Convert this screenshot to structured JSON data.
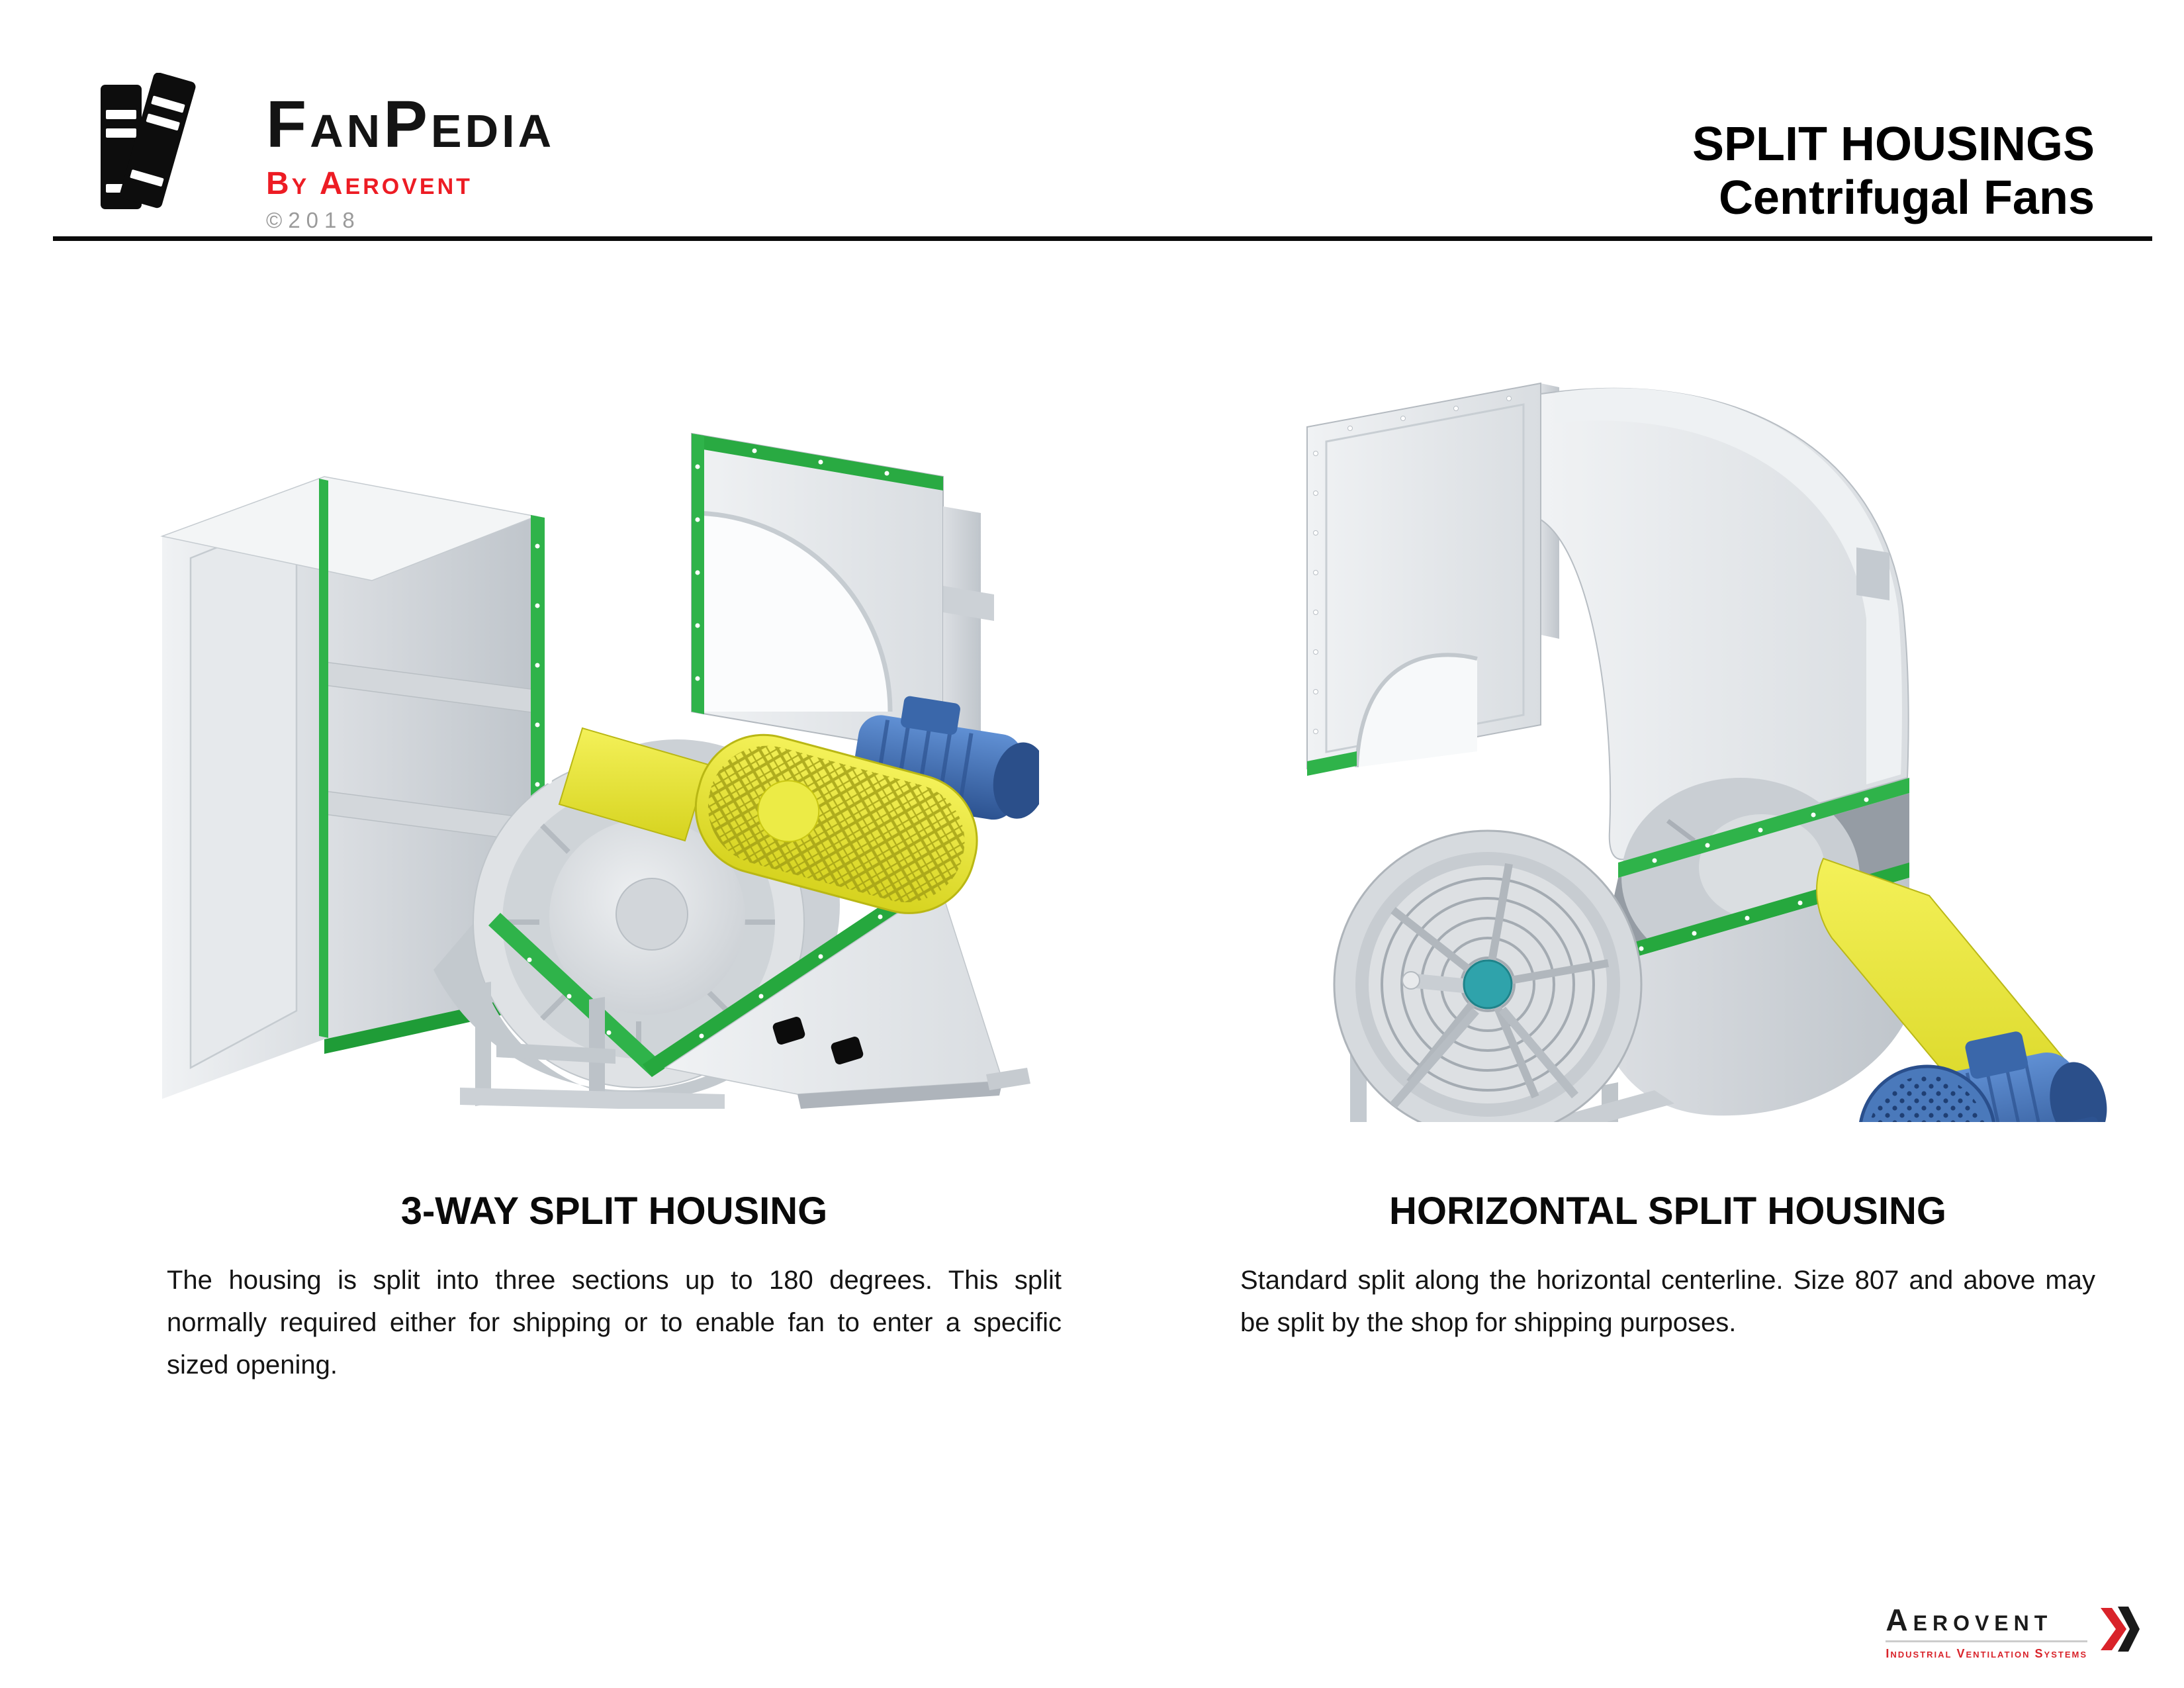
{
  "header": {
    "brand": {
      "name": "FanPedia",
      "byline": "By Aerovent",
      "copyright": "©2018"
    },
    "title_line1": "SPLIT HOUSINGS",
    "title_line2": "Centrifugal Fans"
  },
  "figures": {
    "left": {
      "title": "3-WAY SPLIT HOUSING",
      "body": "The housing is split into three sections up to 180 degrees. This split normally required either for shipping or to enable fan to enter a specific sized opening."
    },
    "right": {
      "title": "HORIZONTAL SPLIT HOUSING",
      "body": "Standard split along the horizontal centerline. Size 807 and above may be split by the shop for shipping purposes."
    }
  },
  "footer": {
    "brand": "Aerovent",
    "tagline": "Industrial Ventilation Systems"
  },
  "colors": {
    "brand_red": "#ed1c24",
    "flange_green": "#2fb34a",
    "guard_yellow": "#e9e63d",
    "motor_blue": "#3f6cb0",
    "housing_gray": "#d7dbdf",
    "bearing_teal": "#2fa3ab",
    "rule_black": "#0b0b0b",
    "copyright_gray": "#9a9a9a",
    "tagline_red": "#d9232a"
  }
}
